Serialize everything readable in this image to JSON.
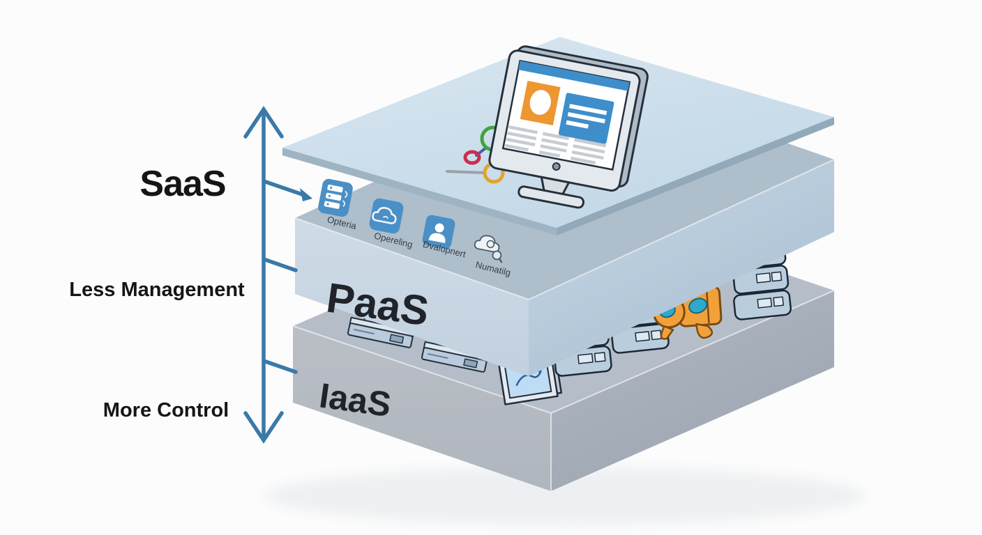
{
  "layers": {
    "saas_label": "SaaS",
    "paas_label": "PaaS",
    "iaas_label": "IaaS"
  },
  "axis": {
    "top_label": "Less Management",
    "bottom_label": "More Control"
  },
  "paas_services": [
    {
      "icon": "server-stack-icon",
      "label": "Opteria"
    },
    {
      "icon": "cloud-icon",
      "label": "Opereling"
    },
    {
      "icon": "user-icon",
      "label": "Dvalopnert"
    },
    {
      "icon": "cloud-search-icon",
      "label": "Numatilg"
    }
  ],
  "colors": {
    "arrow": "#3a79a8",
    "saas_surface": "#cde0ec",
    "paas_face": "#c9d7e4",
    "iaas_face": "#b4bac2",
    "icon_blue": "#4a8fc6",
    "screen_orange": "#ee9630",
    "screen_blue": "#3e8ecb"
  }
}
